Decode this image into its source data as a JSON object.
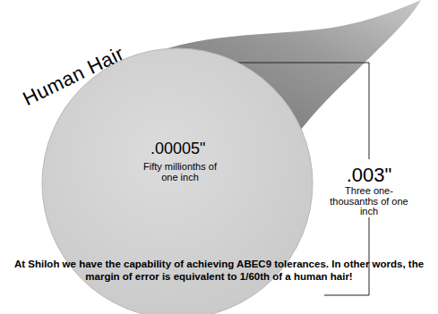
{
  "diagram": {
    "caption": "At Shiloh we have the capability of achieving ABEC9 tolerances. In other words, the margin of error is equivalent to 1/60th of a human hair!",
    "nodes": [
      {
        "text": [
          "Human Hair",
          ".00005\"",
          "Fifty millionths of one inch"
        ]
      }
    ],
    "labels": [
      ".003\"",
      "Three one-thousanths of one inch"
    ]
  }
}
